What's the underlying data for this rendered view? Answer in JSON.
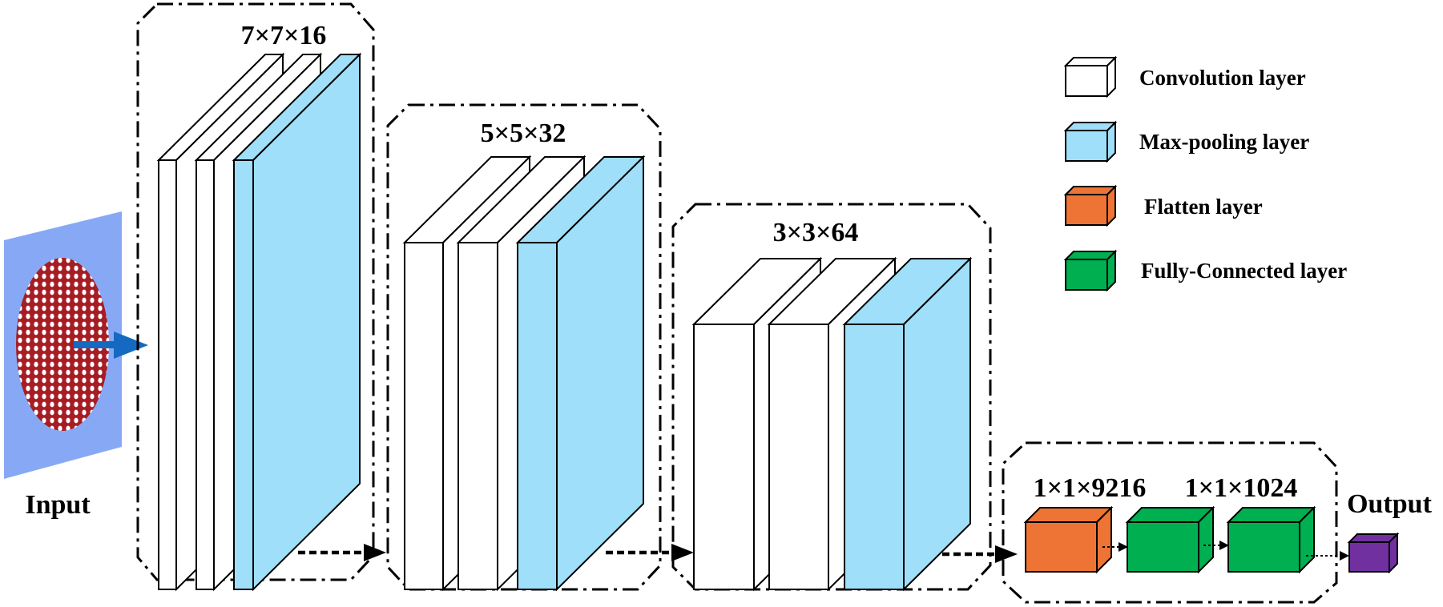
{
  "colors": {
    "convolution": "#ffffff",
    "max_pooling": "#9fdff9",
    "flatten": "#ed7434",
    "fully_connected": "#00af50",
    "output": "#7030a0",
    "input_plane": "#87a9f5",
    "input_disk": "#a61d24",
    "input_arrow": "#1569c0"
  },
  "input": {
    "label": "Input"
  },
  "output": {
    "label": "Output"
  },
  "stages": [
    {
      "dims": "7×7×16"
    },
    {
      "dims": "5×5×32"
    },
    {
      "dims": "3×3×64"
    }
  ],
  "head": {
    "flatten_dims": "1×1×9216",
    "fc_dims": "1×1×1024"
  },
  "legend": [
    {
      "label": "Convolution layer",
      "swatch": "convolution"
    },
    {
      "label": "Max-pooling layer",
      "swatch": "max_pooling"
    },
    {
      "label": "Flatten layer",
      "swatch": "flatten"
    },
    {
      "label": "Fully-Connected layer",
      "swatch": "fully_connected"
    }
  ]
}
